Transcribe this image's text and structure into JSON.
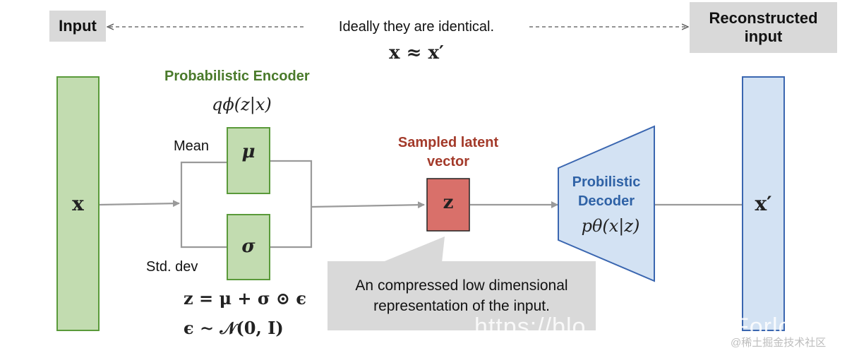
{
  "top": {
    "input_label": "Input",
    "reconstructed_label": "Reconstructed input",
    "ideal_text": "Ideally they are identical.",
    "ideal_formula": "x ≈ x′"
  },
  "encoder": {
    "title": "Probabilistic Encoder",
    "formula": "qϕ(z|x)",
    "mean_label": "Mean",
    "std_label": "Std. dev",
    "mu_symbol": "μ",
    "sigma_symbol": "σ",
    "eq1": "z = μ + σ ⊙ ϵ",
    "eq2": "ϵ ∼ 𝒩(0, I)"
  },
  "input_symbol": "x",
  "latent": {
    "title": "Sampled latent vector",
    "symbol": "z",
    "callout": "An compressed low dimensional representation of the input."
  },
  "decoder": {
    "title": "Probilistic Decoder",
    "formula": "pθ(x|z)"
  },
  "output_symbol": "x′",
  "watermark": {
    "url_fragment": "https://blo",
    "url_fragment2": "Forlo",
    "site": "@稀土掘金技术社区"
  },
  "colors": {
    "green_fill": "#c2dcb0",
    "green_stroke": "#5a9a3a",
    "red_fill": "#d9706a",
    "blue_fill": "#d3e2f3",
    "blue_stroke": "#3a66b0",
    "arrow": "#9a9a9a"
  }
}
